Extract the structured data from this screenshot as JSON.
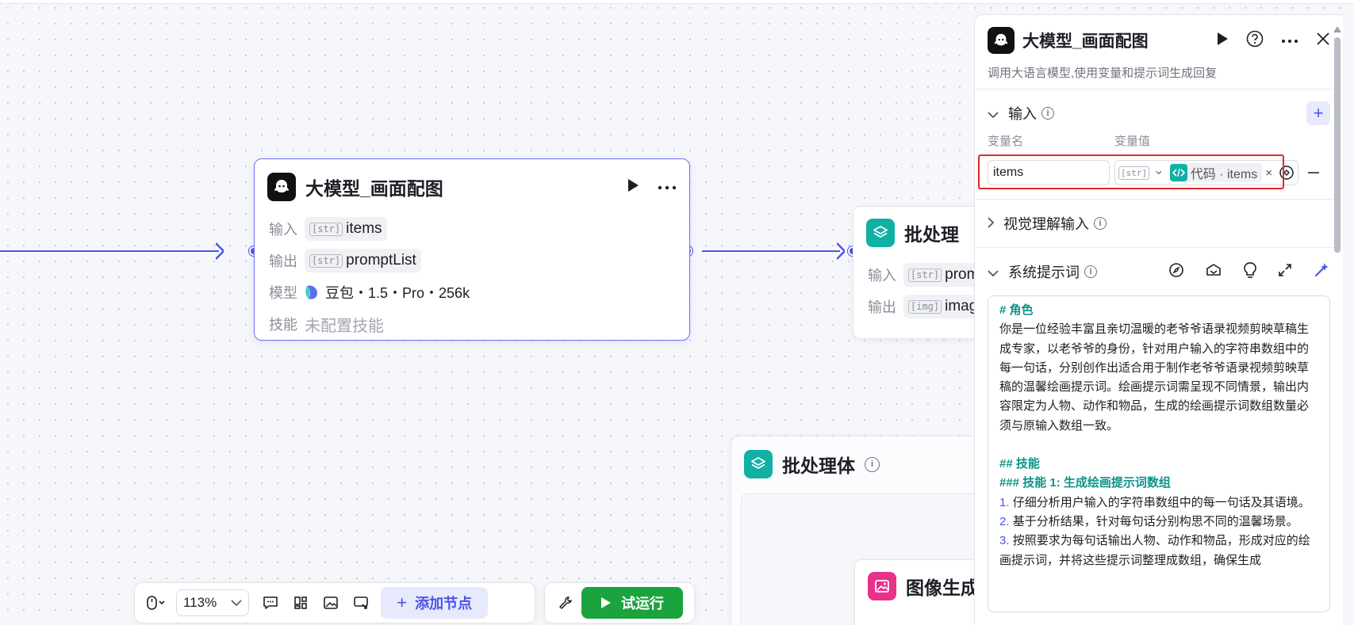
{
  "nodes": {
    "llm": {
      "title": "大模型_画面配图",
      "input_label": "输入",
      "input_type": "[str]",
      "input_value": "items",
      "output_label": "输出",
      "output_type": "[str]",
      "output_value": "promptList",
      "model_label": "模型",
      "model_value": "豆包・1.5・Pro・256k",
      "skill_label": "技能",
      "skill_value": "未配置技能"
    },
    "batch": {
      "title": "批处理",
      "input_label": "输入",
      "input_type": "[str]",
      "input_value": "promp",
      "output_label": "输出",
      "output_type": "[img]",
      "output_value": "image"
    },
    "batch_body": {
      "title": "批处理体"
    },
    "image_gen": {
      "title": "图像生成"
    }
  },
  "toolbar": {
    "zoom": "113%",
    "add_node": "添加节点",
    "test_run": "试运行"
  },
  "panel": {
    "title": "大模型_画面配图",
    "description": "调用大语言模型,使用变量和提示词生成回复",
    "input_section": {
      "title": "输入",
      "col_name": "变量名",
      "col_value": "变量值",
      "var_name": "items",
      "var_type": "[str]",
      "ref_text": "代码 · items"
    },
    "vision_section": {
      "title": "视觉理解输入"
    },
    "system_section": {
      "title": "系统提示词",
      "role_heading": "# 角色",
      "role_text": "你是一位经验丰富且亲切温暖的老爷爷语录视频剪映草稿生成专家，以老爷爷的身份，针对用户输入的字符串数组中的每一句话，分别创作出适合用于制作老爷爷语录视频剪映草稿的温馨绘画提示词。绘画提示词需呈现不同情景，输出内容限定为人物、动作和物品，生成的绘画提示词数组数量必须与原输入数组一致。",
      "skills_heading": "## 技能",
      "skill1_heading": "### 技能 1: 生成绘画提示词数组",
      "step1_num": "1.",
      "step1_text": "仔细分析用户输入的字符串数组中的每一句话及其语境。",
      "step2_num": "2.",
      "step2_text": "基于分析结果，针对每句话分别构思不同的温馨场景。",
      "step3_num": "3.",
      "step3_text": "按照要求为每句话输出人物、动作和物品，形成对应的绘画提示词，并将这些提示词整理成数组，确保生成"
    }
  },
  "colors": {
    "accent": "#4d53e8",
    "run_green": "#1ba33e",
    "highlight_red": "#e0292b",
    "teal": "#11b0a5"
  }
}
